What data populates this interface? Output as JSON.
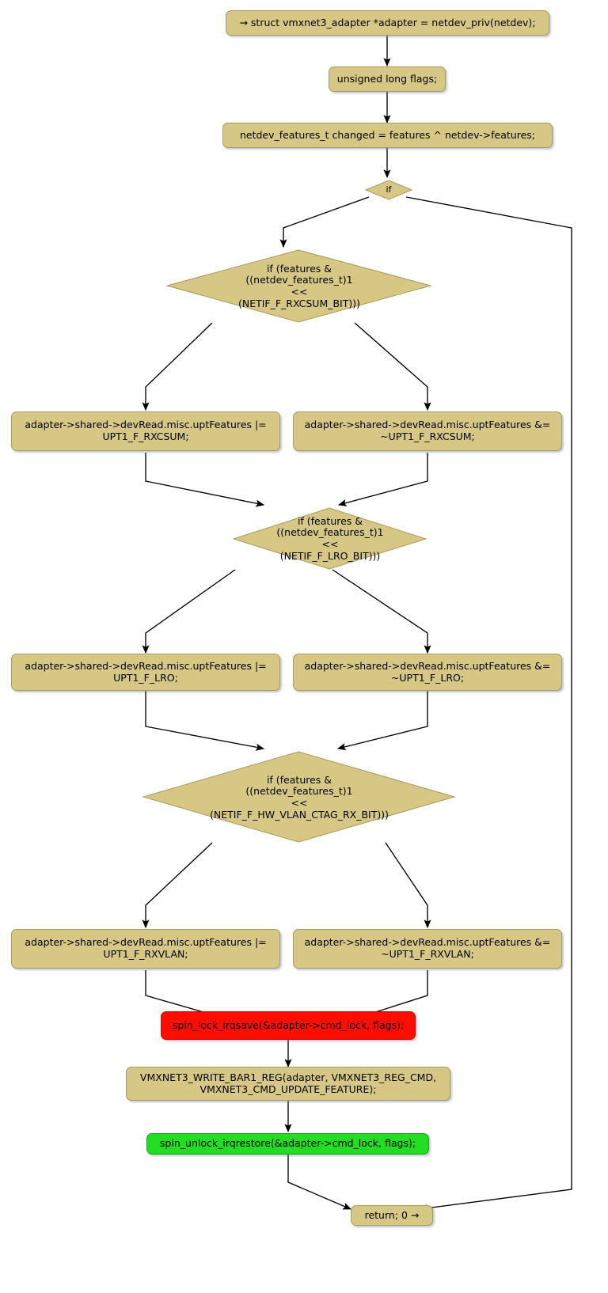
{
  "diagram": {
    "type": "control-flow-graph",
    "title": "vmxnet3_set_features control flow graph",
    "palette": {
      "node_fill": "#D6C784",
      "node_border": "#A89B5E",
      "highlight_lock": "#FF0D00",
      "highlight_unlock": "#22DD22",
      "edge": "#000000",
      "background": "#FFFFFF"
    }
  },
  "nodes": {
    "entry": {
      "label": "→ struct vmxnet3_adapter *adapter = netdev_priv(netdev);",
      "shape": "process",
      "color": "node_fill"
    },
    "flags": {
      "label": "unsigned long flags;",
      "shape": "process",
      "color": "node_fill"
    },
    "changed": {
      "label": "netdev_features_t changed = features ^ netdev->features;",
      "shape": "process",
      "color": "node_fill"
    },
    "if_root": {
      "label": "if",
      "shape": "decision",
      "color": "node_fill"
    },
    "if_rxcsum": {
      "label": "if (features &\n((netdev_features_t)1\n<<\n(NETIF_F_RXCSUM_BIT)))",
      "shape": "decision",
      "color": "node_fill"
    },
    "rxcsum_set": {
      "label": "adapter->shared->devRead.misc.uptFeatures |=\nUPT1_F_RXCSUM;",
      "shape": "process",
      "color": "node_fill"
    },
    "rxcsum_clear": {
      "label": "adapter->shared->devRead.misc.uptFeatures &=\n~UPT1_F_RXCSUM;",
      "shape": "process",
      "color": "node_fill"
    },
    "if_lro": {
      "label": "if (features &\n((netdev_features_t)1\n<<\n(NETIF_F_LRO_BIT)))",
      "shape": "decision",
      "color": "node_fill"
    },
    "lro_set": {
      "label": "adapter->shared->devRead.misc.uptFeatures |=\nUPT1_F_LRO;",
      "shape": "process",
      "color": "node_fill"
    },
    "lro_clear": {
      "label": "adapter->shared->devRead.misc.uptFeatures &=\n~UPT1_F_LRO;",
      "shape": "process",
      "color": "node_fill"
    },
    "if_vlan": {
      "label": "if (features &\n((netdev_features_t)1\n<<\n(NETIF_F_HW_VLAN_CTAG_RX_BIT)))",
      "shape": "decision",
      "color": "node_fill"
    },
    "vlan_set": {
      "label": "adapter->shared->devRead.misc.uptFeatures |=\nUPT1_F_RXVLAN;",
      "shape": "process",
      "color": "node_fill"
    },
    "vlan_clear": {
      "label": "adapter->shared->devRead.misc.uptFeatures &=\n~UPT1_F_RXVLAN;",
      "shape": "process",
      "color": "node_fill"
    },
    "lock": {
      "label": "spin_lock_irqsave(&adapter->cmd_lock, flags);",
      "shape": "process",
      "color": "highlight_lock"
    },
    "write_reg": {
      "label": "VMXNET3_WRITE_BAR1_REG(adapter, VMXNET3_REG_CMD,\nVMXNET3_CMD_UPDATE_FEATURE);",
      "shape": "process",
      "color": "node_fill"
    },
    "unlock": {
      "label": "spin_unlock_irqrestore(&adapter->cmd_lock, flags);",
      "shape": "process",
      "color": "highlight_unlock"
    },
    "ret": {
      "label": "return; 0 →",
      "shape": "process",
      "color": "node_fill"
    }
  },
  "edges": [
    {
      "from": "entry",
      "to": "flags"
    },
    {
      "from": "flags",
      "to": "changed"
    },
    {
      "from": "changed",
      "to": "if_root"
    },
    {
      "from": "if_root",
      "to": "if_rxcsum"
    },
    {
      "from": "if_root",
      "to": "ret"
    },
    {
      "from": "if_rxcsum",
      "to": "rxcsum_set"
    },
    {
      "from": "if_rxcsum",
      "to": "rxcsum_clear"
    },
    {
      "from": "rxcsum_set",
      "to": "if_lro"
    },
    {
      "from": "rxcsum_clear",
      "to": "if_lro"
    },
    {
      "from": "if_lro",
      "to": "lro_set"
    },
    {
      "from": "if_lro",
      "to": "lro_clear"
    },
    {
      "from": "lro_set",
      "to": "if_vlan"
    },
    {
      "from": "lro_clear",
      "to": "if_vlan"
    },
    {
      "from": "if_vlan",
      "to": "vlan_set"
    },
    {
      "from": "if_vlan",
      "to": "vlan_clear"
    },
    {
      "from": "vlan_set",
      "to": "lock"
    },
    {
      "from": "vlan_clear",
      "to": "lock"
    },
    {
      "from": "lock",
      "to": "write_reg"
    },
    {
      "from": "write_reg",
      "to": "unlock"
    },
    {
      "from": "unlock",
      "to": "ret"
    }
  ]
}
